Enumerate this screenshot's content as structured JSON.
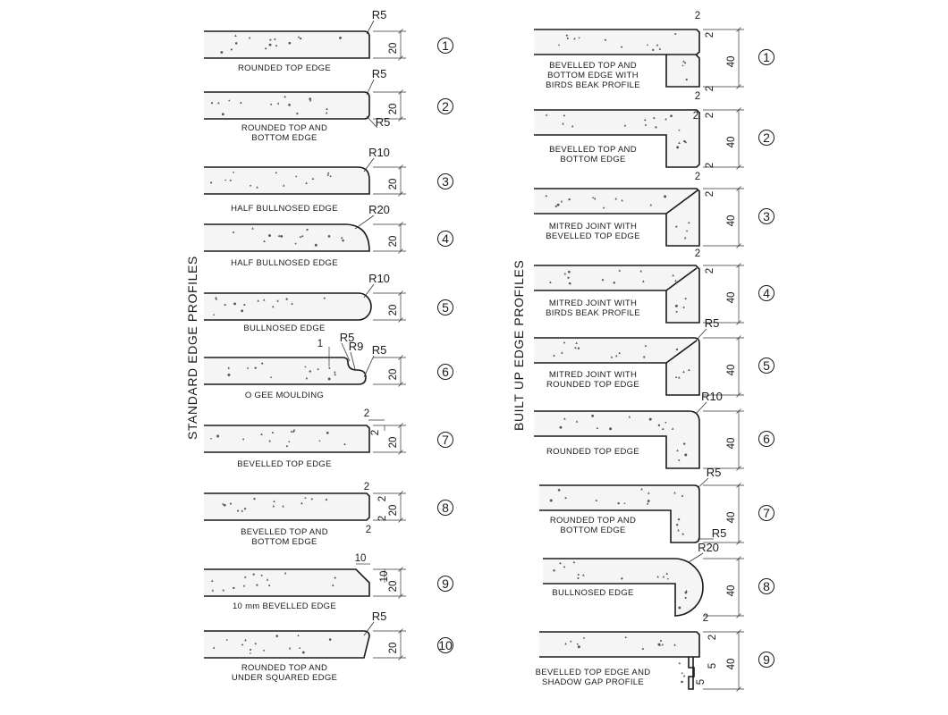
{
  "left": {
    "title": "STANDARD EDGE PROFILES",
    "profiles": [
      {
        "num": "1",
        "caption": [
          "ROUNDED TOP EDGE"
        ],
        "height": "20",
        "radius": [
          "R5"
        ]
      },
      {
        "num": "2",
        "caption": [
          "ROUNDED TOP AND",
          "BOTTOM EDGE"
        ],
        "height": "20",
        "radius": [
          "R5",
          "R5"
        ]
      },
      {
        "num": "3",
        "caption": [
          "HALF BULLNOSED EDGE"
        ],
        "height": "20",
        "radius": [
          "R10"
        ]
      },
      {
        "num": "4",
        "caption": [
          "HALF BULLNOSED EDGE"
        ],
        "height": "20",
        "radius": [
          "R20"
        ]
      },
      {
        "num": "5",
        "caption": [
          "BULLNOSED EDGE"
        ],
        "height": "20",
        "radius": [
          "R10"
        ]
      },
      {
        "num": "6",
        "caption": [
          "O GEE MOULDING"
        ],
        "height": "20",
        "radius": [
          "R5",
          "R9",
          "R5"
        ],
        "small": [
          "1"
        ]
      },
      {
        "num": "7",
        "caption": [
          "BEVELLED TOP EDGE"
        ],
        "height": "20",
        "small": [
          "2",
          "2"
        ]
      },
      {
        "num": "8",
        "caption": [
          "BEVELLED TOP AND",
          "BOTTOM EDGE"
        ],
        "height": "20",
        "small": [
          "2",
          "2",
          "2",
          "2"
        ]
      },
      {
        "num": "9",
        "caption": [
          "10 mm BEVELLED EDGE"
        ],
        "height": "20",
        "small": [
          "10",
          "10"
        ]
      },
      {
        "num": "10",
        "caption": [
          "ROUNDED TOP AND",
          "UNDER SQUARED EDGE"
        ],
        "height": "20",
        "radius": [
          "R5"
        ]
      }
    ]
  },
  "right": {
    "title": "BUILT UP EDGE PROFILES",
    "profiles": [
      {
        "num": "1",
        "caption": [
          "BEVELLED TOP AND",
          "BOTTOM EDGE WITH",
          "BIRDS BEAK PROFILE"
        ],
        "height": "40",
        "small": [
          "2",
          "2",
          "2"
        ]
      },
      {
        "num": "2",
        "caption": [
          "BEVELLED TOP AND",
          "BOTTOM EDGE"
        ],
        "height": "40",
        "small": [
          "2",
          "2",
          "2",
          "2"
        ]
      },
      {
        "num": "3",
        "caption": [
          "MITRED JOINT WITH",
          "BEVELLED TOP EDGE"
        ],
        "height": "40",
        "small": [
          "2",
          "2"
        ]
      },
      {
        "num": "4",
        "caption": [
          "MITRED JOINT WITH",
          "BIRDS BEAK PROFILE"
        ],
        "height": "40",
        "small": [
          "2",
          "2"
        ]
      },
      {
        "num": "5",
        "caption": [
          "MITRED JOINT WITH",
          "ROUNDED TOP EDGE"
        ],
        "height": "40",
        "radius": [
          "R5"
        ]
      },
      {
        "num": "6",
        "caption": [
          "ROUNDED TOP EDGE"
        ],
        "height": "40",
        "radius": [
          "R10"
        ]
      },
      {
        "num": "7",
        "caption": [
          "ROUNDED TOP AND",
          "BOTTOM EDGE"
        ],
        "height": "40",
        "radius": [
          "R5",
          "R5"
        ]
      },
      {
        "num": "8",
        "caption": [
          "BULLNOSED EDGE"
        ],
        "height": "40",
        "radius": [
          "R20"
        ]
      },
      {
        "num": "9",
        "caption": [
          "BEVELLED TOP EDGE AND",
          "SHADOW GAP PROFILE"
        ],
        "height": "40",
        "small": [
          "2",
          "2",
          "5",
          "5"
        ]
      }
    ]
  }
}
